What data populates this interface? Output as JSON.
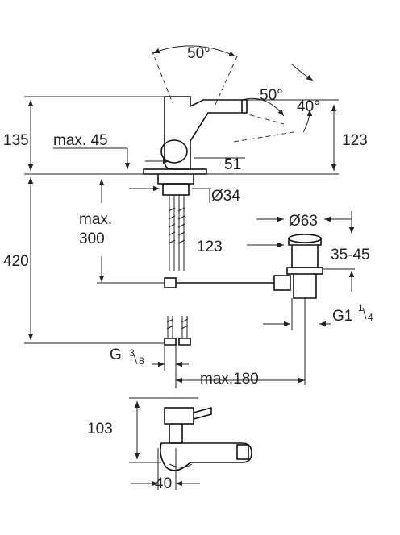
{
  "drawing": {
    "labels": {
      "angle_top": "50°",
      "angle_right": "50°",
      "angle_far": "40°",
      "height_135": "135",
      "max_45": "max. 45",
      "height_123_right": "123",
      "dim_51": "51",
      "diameter_34": "Ø34",
      "max_300_line1": "max.",
      "max_300_line2": "300",
      "height_420": "420",
      "dim_123": "123",
      "diameter_63": "Ø63",
      "range_35_45": "35-45",
      "thread_g1": "G1",
      "thread_g1_sup": "1",
      "thread_g1_sub": "4",
      "thread_g": "G",
      "thread_g_sup": "3",
      "thread_g_sub": "8",
      "max_180": "max.180",
      "height_103": "103",
      "width_40": "40"
    }
  }
}
